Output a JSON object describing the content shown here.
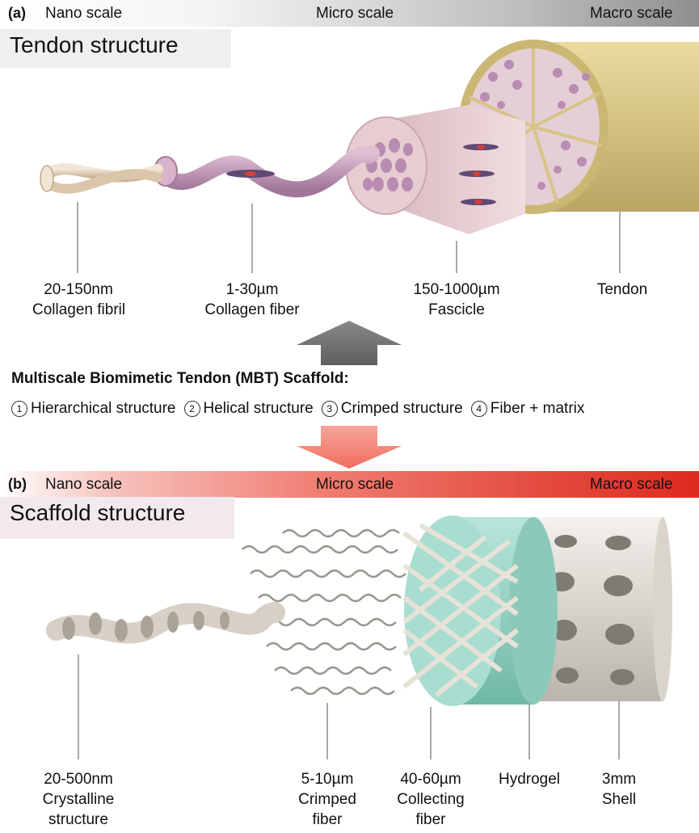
{
  "panel_a": {
    "tag": "(a)",
    "scale": {
      "nano": "Nano scale",
      "micro": "Micro scale",
      "macro": "Macro scale"
    },
    "title": "Tendon structure",
    "labels": [
      {
        "size": "20-150nm",
        "name": "Collagen fibril"
      },
      {
        "size": "1-30µm",
        "name": "Collagen fiber"
      },
      {
        "size": "150-1000µm",
        "name": "Fascicle"
      },
      {
        "size": "",
        "name": "Tendon"
      }
    ]
  },
  "mbt": {
    "heading": "Multiscale Biomimetic Tendon (MBT) Scaffold:",
    "features": [
      {
        "num": "1",
        "text": "Hierarchical structure"
      },
      {
        "num": "2",
        "text": "Helical structure"
      },
      {
        "num": "3",
        "text": "Crimped structure"
      },
      {
        "num": "4",
        "text": "Fiber + matrix"
      }
    ]
  },
  "panel_b": {
    "tag": "(b)",
    "scale": {
      "nano": "Nano scale",
      "micro": "Micro scale",
      "macro": "Macro scale"
    },
    "title": "Scaffold structure",
    "labels": [
      {
        "line1": "20-500nm",
        "line2": "Crystalline",
        "line3": "structure"
      },
      {
        "line1": "5-10µm",
        "line2": "Crimped",
        "line3": "fiber"
      },
      {
        "line1": "40-60µm",
        "line2": "Collecting",
        "line3": "fiber"
      },
      {
        "line1": "Hydrogel",
        "line2": "",
        "line3": ""
      },
      {
        "line1": "3mm",
        "line2": "Shell",
        "line3": ""
      }
    ]
  },
  "colors": {
    "arrow_gray": "#6f6f6f",
    "arrow_red": "#f07a6e",
    "fibril": "#e9d9c4",
    "fiber": "#c99cb8",
    "fascicle": "#e6c9cf",
    "tendon": "#d9c98a",
    "hydrogel": "#9fd6c9",
    "shell": "#e7e3dd"
  }
}
